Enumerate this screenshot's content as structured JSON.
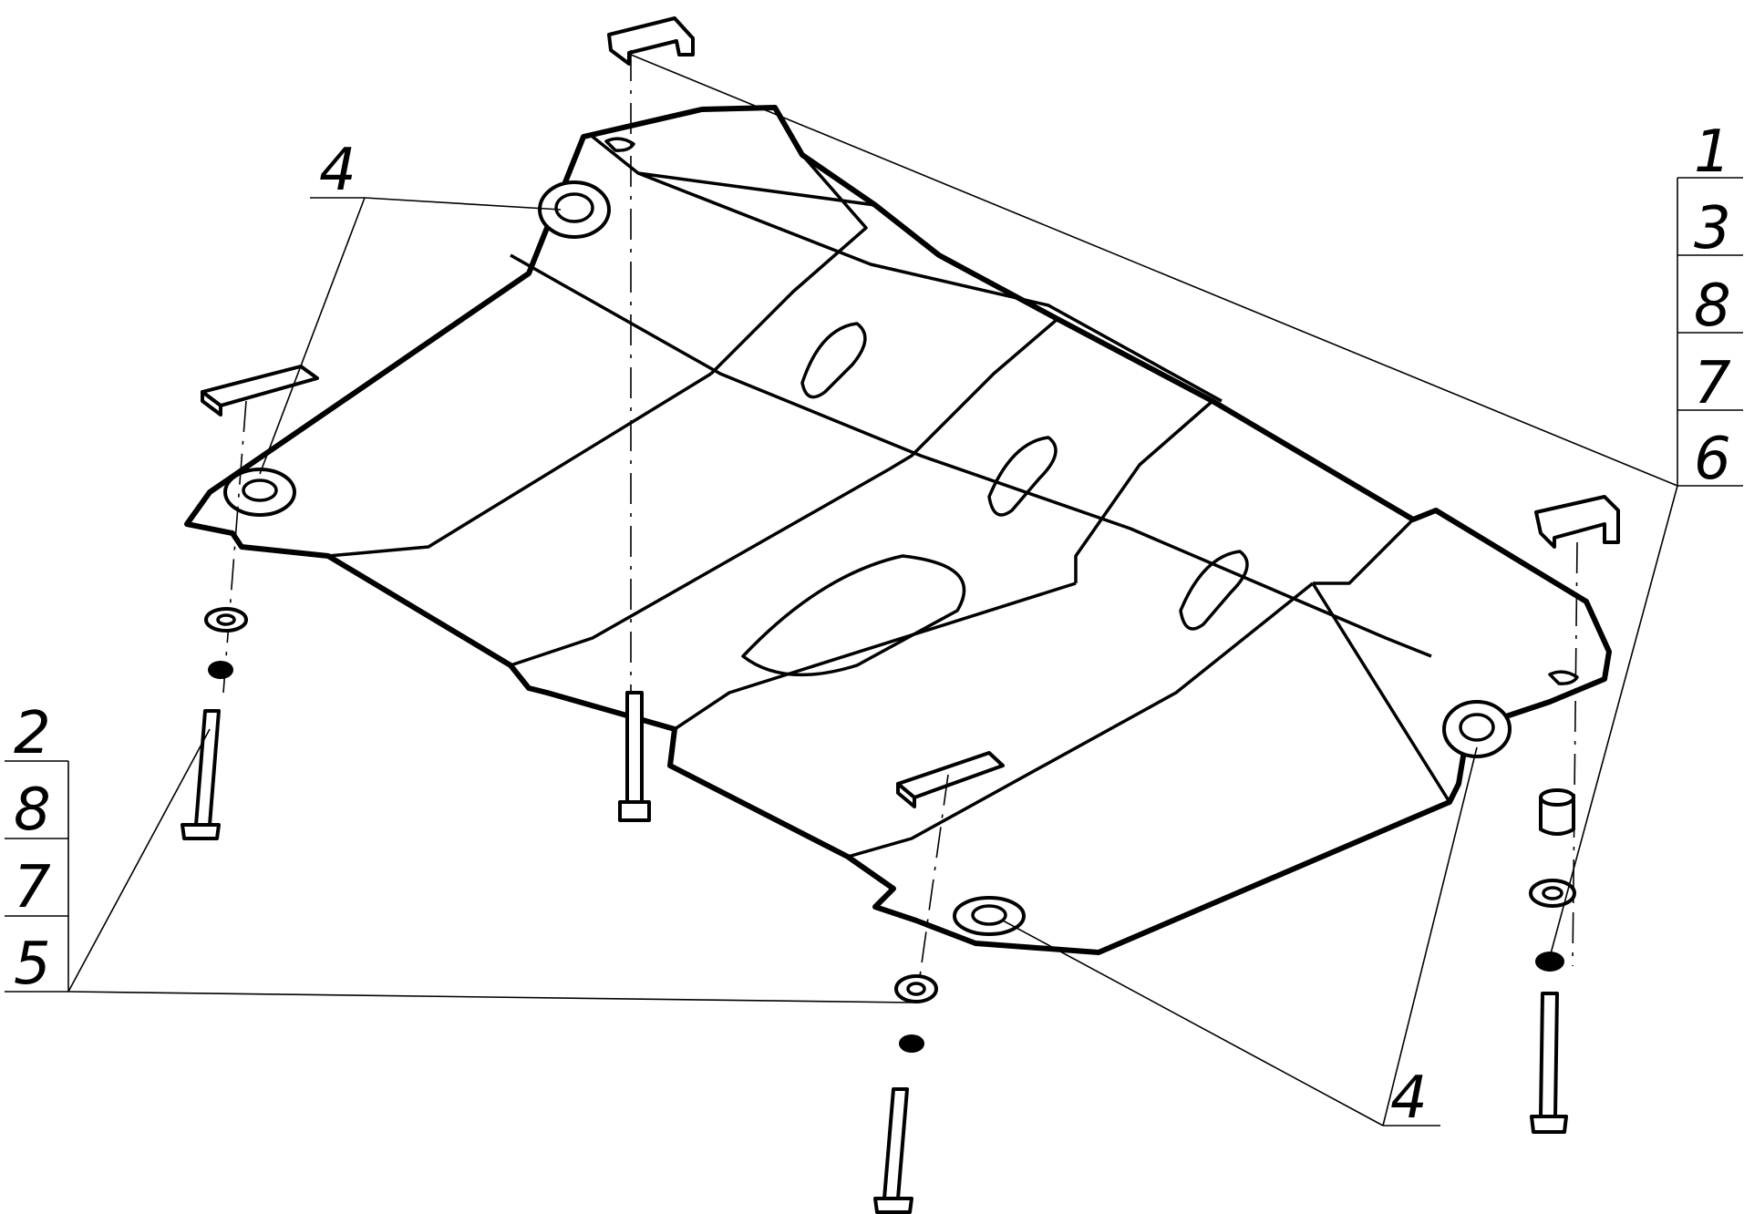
{
  "callouts": {
    "top_left_4": "4",
    "bottom_right_4": "4",
    "stack_right": [
      "1",
      "3",
      "8",
      "7",
      "6"
    ],
    "stack_left": [
      "2",
      "8",
      "7",
      "5"
    ]
  },
  "colors": {
    "line": "#000000",
    "background": "#ffffff"
  }
}
